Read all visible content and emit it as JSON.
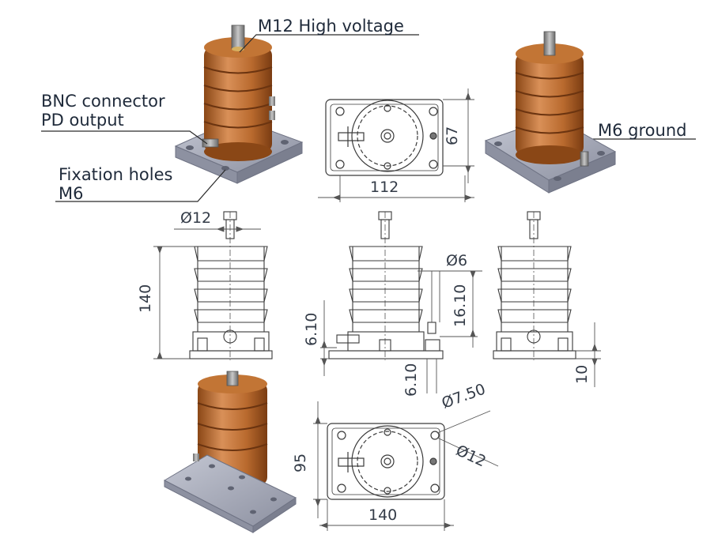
{
  "colors": {
    "insulator": "#b96a2e",
    "insulator_dark": "#8a4716",
    "insulator_light": "#d99058",
    "base": "#a9adbd",
    "base_dark": "#6f7384",
    "metal": "#8c8c8c",
    "line": "#4a4a4a"
  },
  "callouts": {
    "high_voltage": "M12 High voltage",
    "bnc_line1": "BNC connector",
    "bnc_line2": "PD output",
    "fixation_line1": "Fixation holes",
    "fixation_line2": "M6",
    "ground": "M6 ground"
  },
  "dimensions": {
    "top_height": "67",
    "top_width": "112",
    "stud_diameter": "Ø12",
    "total_height": "140",
    "ground_diameter": "Ø6",
    "ground_offset": "16.10",
    "base_offset_left": "6.10",
    "base_offset_bottom": "6.10",
    "base_thickness": "10",
    "hole_diameter": "Ø7.50",
    "counterbore_diameter": "Ø12",
    "bottom_height": "95",
    "bottom_width": "140"
  }
}
